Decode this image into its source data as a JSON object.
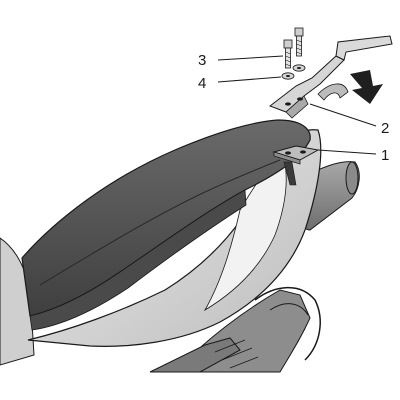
{
  "diagram": {
    "callouts": [
      {
        "id": "1",
        "label": "1",
        "part": "mounting-plate"
      },
      {
        "id": "2",
        "label": "2",
        "part": "rear-rack-arm"
      },
      {
        "id": "3",
        "label": "3",
        "part": "bolt"
      },
      {
        "id": "4",
        "label": "4",
        "part": "washer"
      }
    ],
    "indicator": {
      "icon": "arrow-down-icon",
      "color": "#1f1f1f"
    },
    "colors": {
      "seat": "#5a5a5a",
      "seat_dark": "#3d3d3d",
      "bodywork": "#d8d8d8",
      "bodywork_shadow": "#b5b5b5",
      "metal": "#c7c7c7",
      "outline": "#1a1a1a",
      "background": "#ffffff"
    }
  }
}
